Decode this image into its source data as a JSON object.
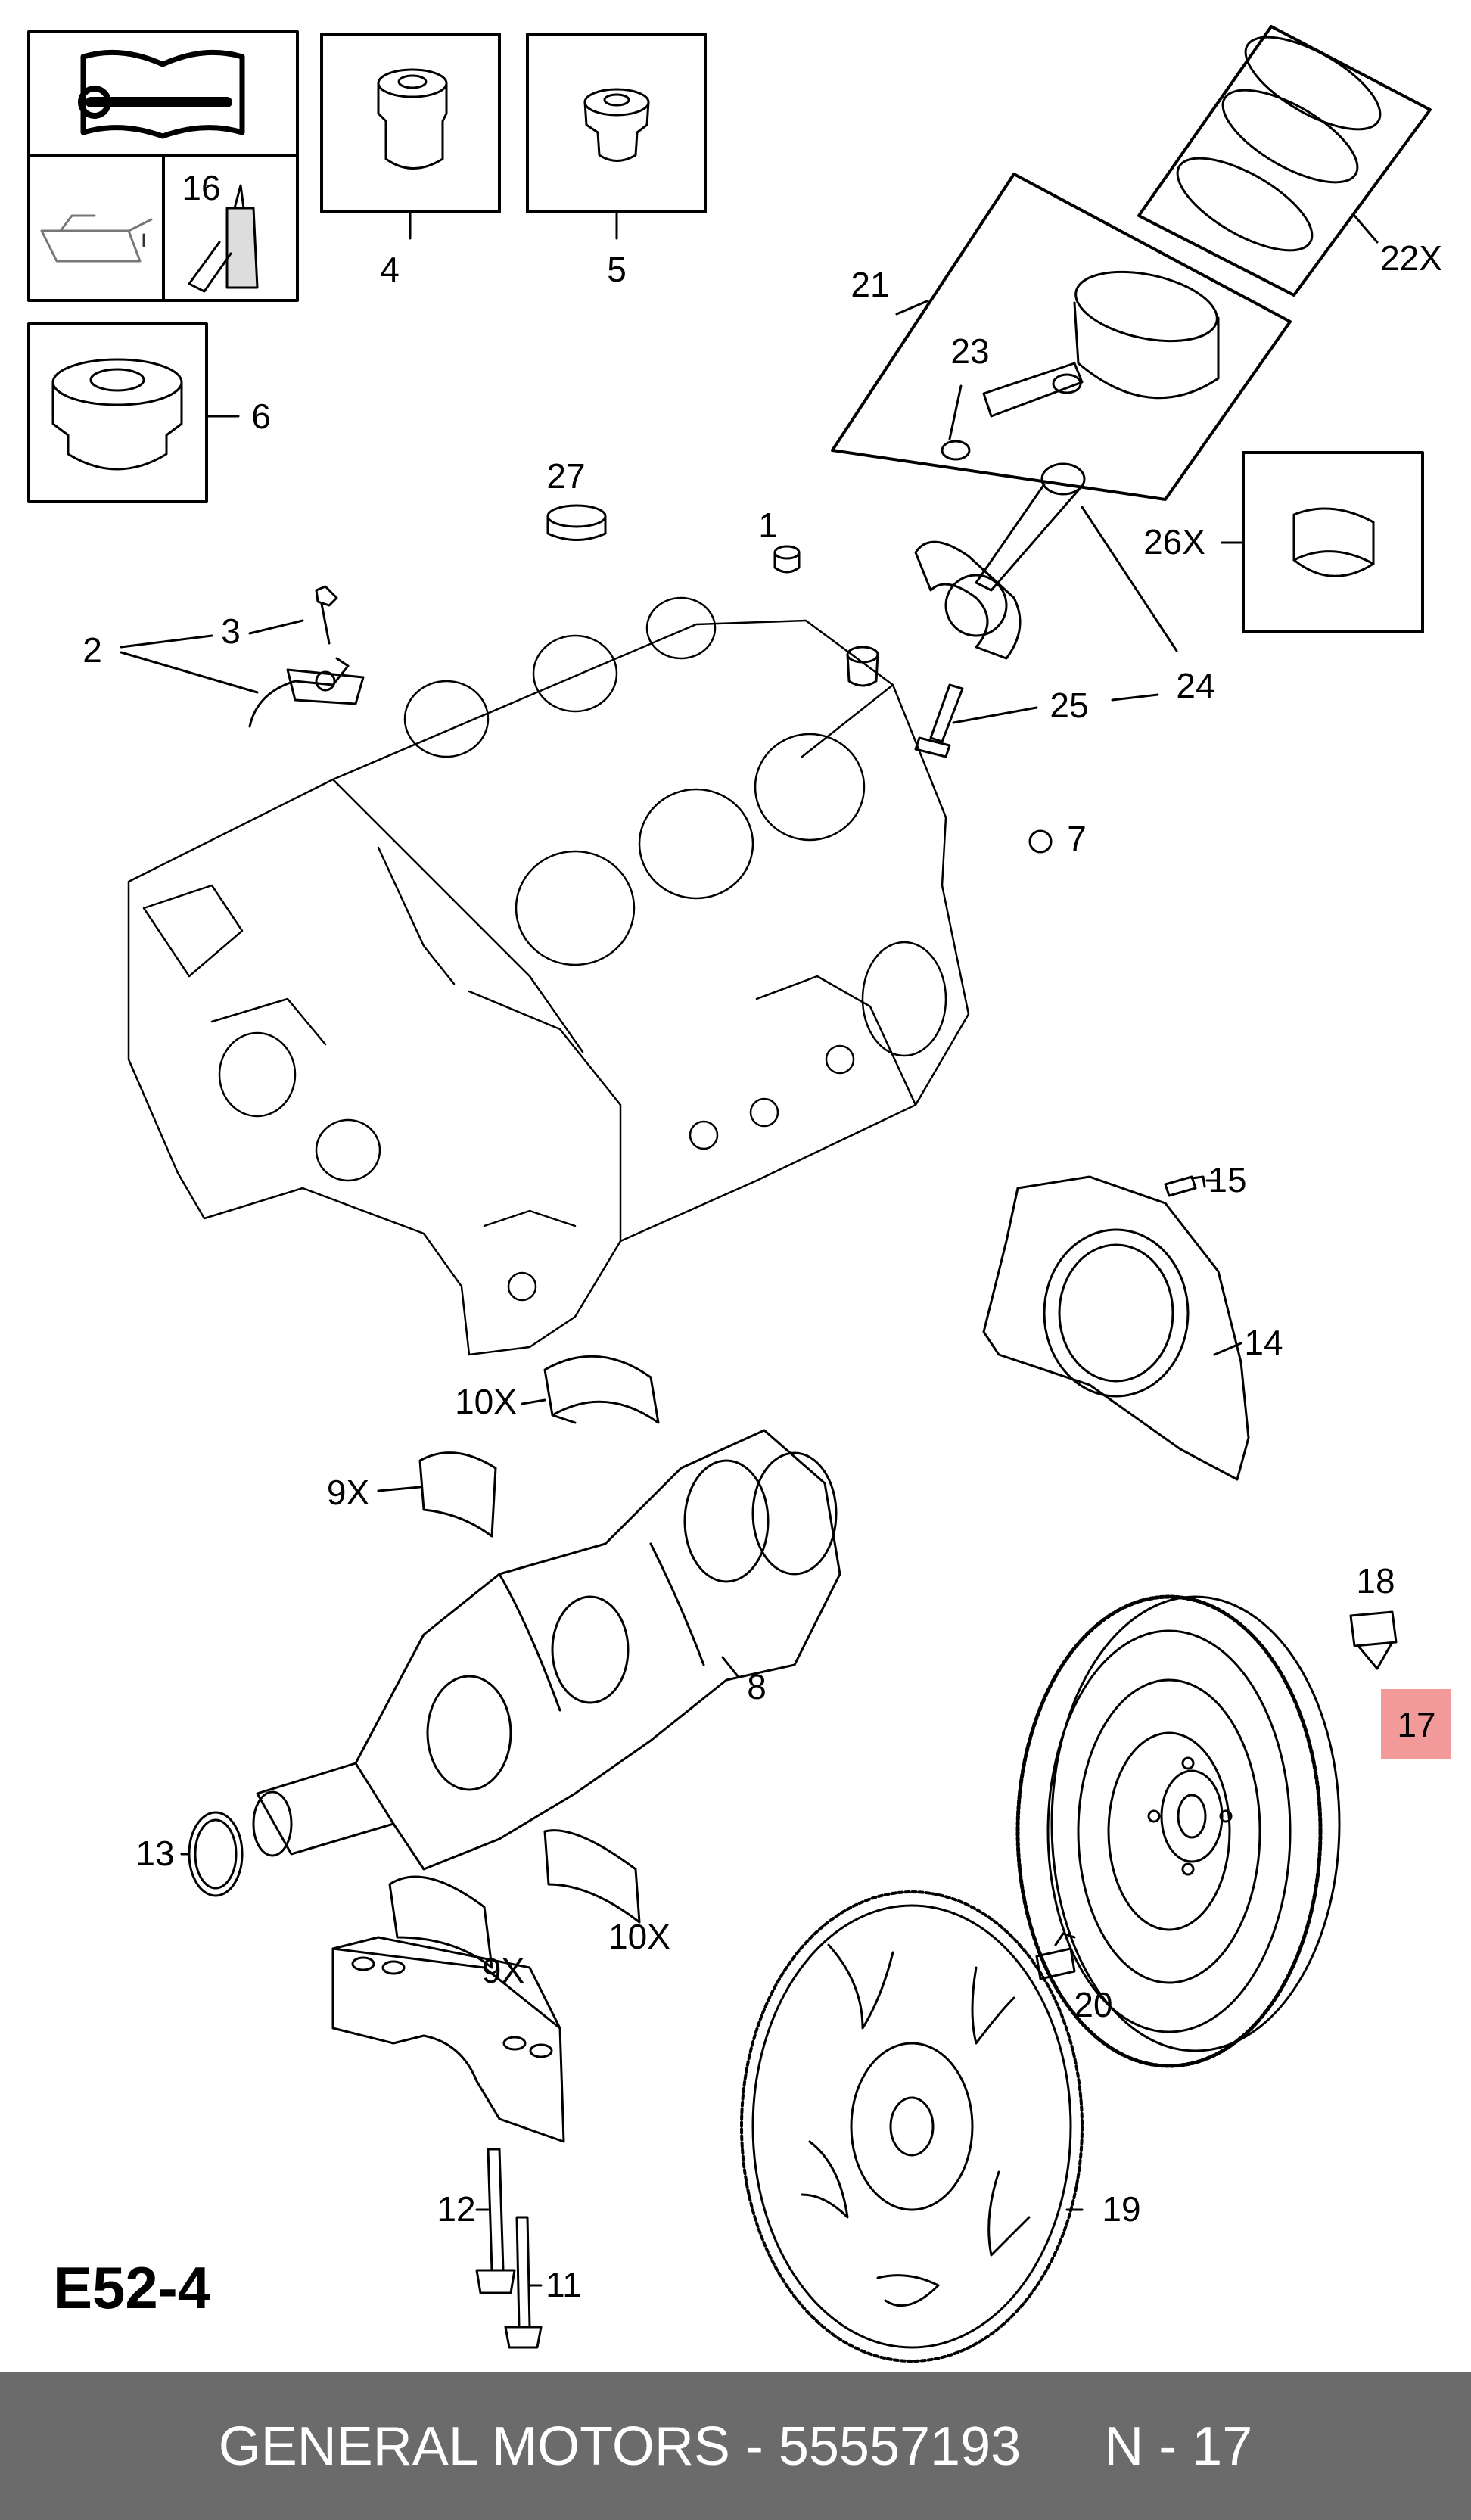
{
  "diagram_code": "E52-4",
  "callouts": {
    "c1": "1",
    "c2": "2",
    "c3": "3",
    "c4": "4",
    "c5": "5",
    "c6": "6",
    "c7": "7",
    "c8": "8",
    "c9x_a": "9X",
    "c9x_b": "9X",
    "c10x_a": "10X",
    "c10x_b": "10X",
    "c11": "11",
    "c12": "12",
    "c13": "13",
    "c14": "14",
    "c15": "15",
    "c16": "16",
    "c17": "17",
    "c18": "18",
    "c19": "19",
    "c20": "20",
    "c21": "21",
    "c22x": "22X",
    "c23": "23",
    "c24": "24",
    "c25": "25",
    "c26x": "26X",
    "c27": "27"
  },
  "highlight_color": "#f29a9a",
  "footer": {
    "brand_part": "GENERAL MOTORS - 55557193",
    "position": "N - 17"
  },
  "icons": [
    "manual-wrench-icon",
    "oil-can-icon",
    "sealant-tube-icon"
  ]
}
